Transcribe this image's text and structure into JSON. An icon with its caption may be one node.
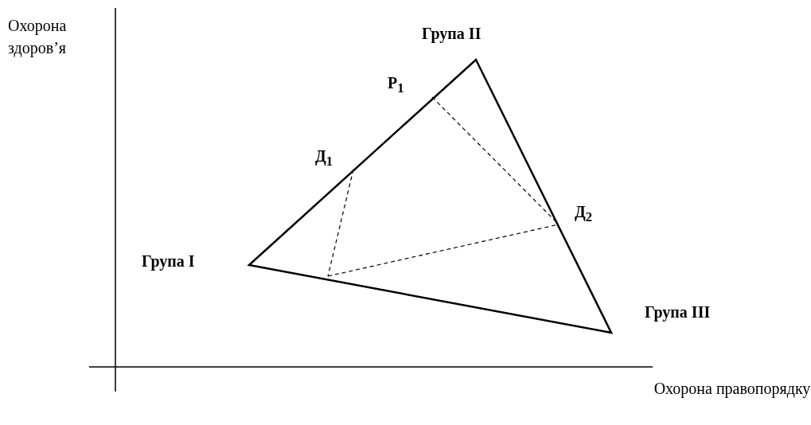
{
  "diagram": {
    "labels": [
      "Охорона здоров’я",
      "Група II",
      "Р$_{1}$",
      "Д$_{1}$",
      "Д$_{2}$",
      "Група I",
      "Група III",
      "Охорона правопорядку"
    ]
  }
}
